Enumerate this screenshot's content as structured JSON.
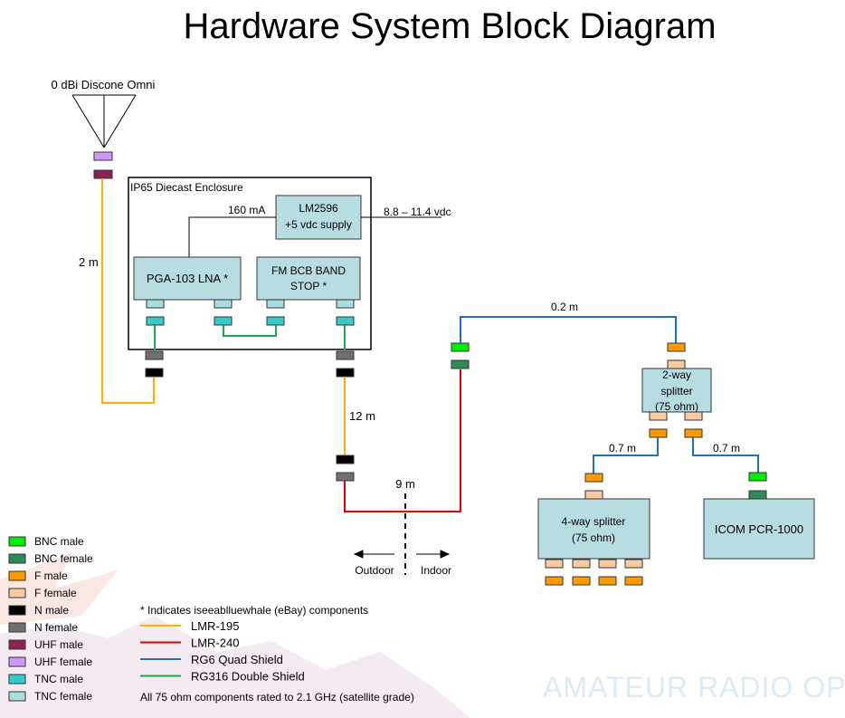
{
  "title": "Hardware System Block Diagram",
  "antenna": {
    "label": "0 dBi Discone Omni"
  },
  "enclosure": {
    "label": "IP65 Diecast Enclosure"
  },
  "lna": {
    "label": "PGA-103 LNA *"
  },
  "fm_stop": {
    "line1": "FM BCB BAND",
    "line2": "STOP *"
  },
  "supply": {
    "line1": "LM2596",
    "line2": "+5 vdc supply"
  },
  "current": "160 mA",
  "voltage": "8.8 – 11.4 vdc",
  "cable_lengths": {
    "antenna": "2 m",
    "run": "12 m",
    "indoor": "9 m",
    "top": "0.2 m",
    "left": "0.7 m",
    "right": "0.7 m"
  },
  "splitter2": {
    "line1": "2-way",
    "line2": "splitter",
    "line3": "(75 ohm)"
  },
  "splitter4": {
    "line1": "4-way splitter",
    "line2": "(75 ohm)"
  },
  "receiver": {
    "label": "ICOM  PCR-1000"
  },
  "boundary": {
    "outdoor": "Outdoor",
    "indoor": "Indoor"
  },
  "connector_legend": [
    {
      "label": "BNC male",
      "color": "#00ee00"
    },
    {
      "label": "BNC female",
      "color": "#2e8b57"
    },
    {
      "label": "F male",
      "color": "#ff9900"
    },
    {
      "label": "F female",
      "color": "#f9c9a0"
    },
    {
      "label": "N male",
      "color": "#000000"
    },
    {
      "label": "N female",
      "color": "#707070"
    },
    {
      "label": "UHF male",
      "color": "#8b2252"
    },
    {
      "label": "UHF female",
      "color": "#cc99ff"
    },
    {
      "label": "TNC male",
      "color": "#33cccc"
    },
    {
      "label": "TNC female",
      "color": "#aadddd"
    }
  ],
  "note_ebay": "* Indicates iseeablluewhale (eBay) components",
  "cable_legend": [
    {
      "label": "LMR-195",
      "color": "#ffb000"
    },
    {
      "label": "LMR-240",
      "color": "#e00000"
    },
    {
      "label": "RG6 Quad Shield",
      "color": "#1f6fc0"
    },
    {
      "label": "RG316 Double Shield",
      "color": "#1aa64a"
    }
  ],
  "note_rating": "All 75 ohm components rated to 2.1 GHz (satellite grade)",
  "watermark": "AMATEUR RADIO OPE",
  "colors": {
    "block_fill": "#b7dde3",
    "block_stroke": "#333333"
  }
}
